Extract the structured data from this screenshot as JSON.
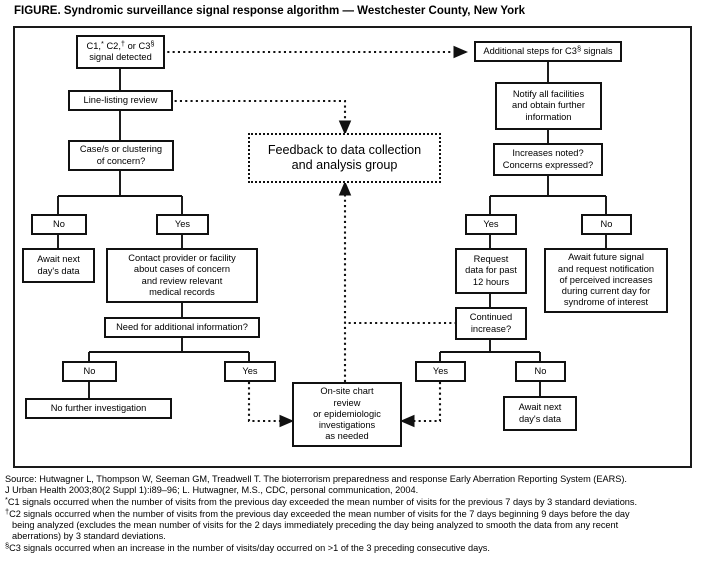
{
  "figure": {
    "title": "FIGURE.  Syndromic surveillance signal response algorithm — Westchester County, New York"
  },
  "flowchart": {
    "type": "flowchart",
    "nodes": [
      {
        "id": "signal",
        "label": "C1,* C2,† or C3§\nsignal detected"
      },
      {
        "id": "line_listing",
        "label": "Line-listing review"
      },
      {
        "id": "case_cluster",
        "label": "Case/s or clustering\nof concern?"
      },
      {
        "id": "left_no",
        "label": "No"
      },
      {
        "id": "left_yes",
        "label": "Yes"
      },
      {
        "id": "await_next_l",
        "label": "Await next\nday's data"
      },
      {
        "id": "contact",
        "label": "Contact provider or facility\nabout cases of concern\nand review relevant\nmedical records"
      },
      {
        "id": "need_info",
        "label": "Need for additional information?"
      },
      {
        "id": "need_no",
        "label": "No"
      },
      {
        "id": "need_yes",
        "label": "Yes"
      },
      {
        "id": "no_further",
        "label": "No further investigation"
      },
      {
        "id": "onsite",
        "label": "On-site chart\nreview\nor epidemiologic\ninvestigations\nas needed"
      },
      {
        "id": "feedback",
        "label": "Feedback to data collection\nand analysis group"
      },
      {
        "id": "addl_steps",
        "label": "Additional steps for C3§ signals"
      },
      {
        "id": "notify",
        "label": "Notify all facilities\nand obtain further\ninformation"
      },
      {
        "id": "increases",
        "label": "Increases noted?\nConcerns expressed?"
      },
      {
        "id": "right_yes",
        "label": "Yes"
      },
      {
        "id": "right_no",
        "label": "No"
      },
      {
        "id": "request12",
        "label": "Request\ndata for past\n12 hours"
      },
      {
        "id": "await_future",
        "label": "Await future signal\nand request notification\nof perceived increases\nduring current day for\nsyndrome of interest"
      },
      {
        "id": "continued",
        "label": "Continued\nincrease?"
      },
      {
        "id": "cont_yes",
        "label": "Yes"
      },
      {
        "id": "cont_no",
        "label": "No"
      },
      {
        "id": "await_next_r",
        "label": "Await next\nday's data"
      }
    ],
    "edges": [
      {
        "from": "signal",
        "to": "line_listing",
        "style": "solid"
      },
      {
        "from": "signal",
        "to": "addl_steps",
        "style": "dotted"
      },
      {
        "from": "line_listing",
        "to": "case_cluster",
        "style": "solid"
      },
      {
        "from": "line_listing",
        "to": "feedback",
        "style": "dotted"
      },
      {
        "from": "case_cluster",
        "to": "left_no",
        "style": "solid"
      },
      {
        "from": "case_cluster",
        "to": "left_yes",
        "style": "solid"
      },
      {
        "from": "left_no",
        "to": "await_next_l",
        "style": "solid"
      },
      {
        "from": "left_yes",
        "to": "contact",
        "style": "solid"
      },
      {
        "from": "contact",
        "to": "need_info",
        "style": "solid"
      },
      {
        "from": "need_info",
        "to": "need_no",
        "style": "solid"
      },
      {
        "from": "need_info",
        "to": "need_yes",
        "style": "solid"
      },
      {
        "from": "need_no",
        "to": "no_further",
        "style": "solid"
      },
      {
        "from": "need_yes",
        "to": "onsite",
        "style": "dotted"
      },
      {
        "from": "onsite",
        "to": "feedback",
        "style": "dotted"
      },
      {
        "from": "addl_steps",
        "to": "notify",
        "style": "solid"
      },
      {
        "from": "notify",
        "to": "increases",
        "style": "solid"
      },
      {
        "from": "increases",
        "to": "right_yes",
        "style": "solid"
      },
      {
        "from": "increases",
        "to": "right_no",
        "style": "solid"
      },
      {
        "from": "right_yes",
        "to": "request12",
        "style": "solid"
      },
      {
        "from": "right_no",
        "to": "await_future",
        "style": "solid"
      },
      {
        "from": "request12",
        "to": "continued",
        "style": "solid"
      },
      {
        "from": "continued",
        "to": "cont_yes",
        "style": "solid"
      },
      {
        "from": "continued",
        "to": "cont_no",
        "style": "solid"
      },
      {
        "from": "continued",
        "to": "feedback",
        "style": "dotted"
      },
      {
        "from": "cont_yes",
        "to": "onsite",
        "style": "dotted"
      },
      {
        "from": "cont_no",
        "to": "await_next_r",
        "style": "solid"
      }
    ]
  },
  "source": {
    "line1": "Source: Hutwagner L, Thompson W, Seeman GM, Treadwell T. The bioterrorism preparedness and response Early Aberration Reporting System (EARS).",
    "line2": "J Urban Health 2003;80(2 Suppl 1):i89–96; L. Hutwagner, M.S., CDC, personal communication, 2004."
  },
  "footnotes": [
    {
      "marker": "*",
      "lines": [
        "C1 signals occurred when the number of visits from the previous day exceeded the mean number of visits for the previous 7 days by 3 standard deviations."
      ]
    },
    {
      "marker": "†",
      "lines": [
        "C2 signals occurred when the number of visits from the previous day exceeded the mean number of visits for the 7 days beginning 9 days before the day",
        "being analyzed (excludes the mean number of visits for the 2 days immediately preceding the day being analyzed to smooth the data from any recent",
        "aberrations) by 3 standard deviations."
      ]
    },
    {
      "marker": "§",
      "lines": [
        "C3 signals occurred when an increase in the number of visits/day occurred on >1 of the 3 preceding consecutive days."
      ]
    }
  ],
  "colors": {
    "ink": "#111111",
    "background": "#ffffff"
  }
}
